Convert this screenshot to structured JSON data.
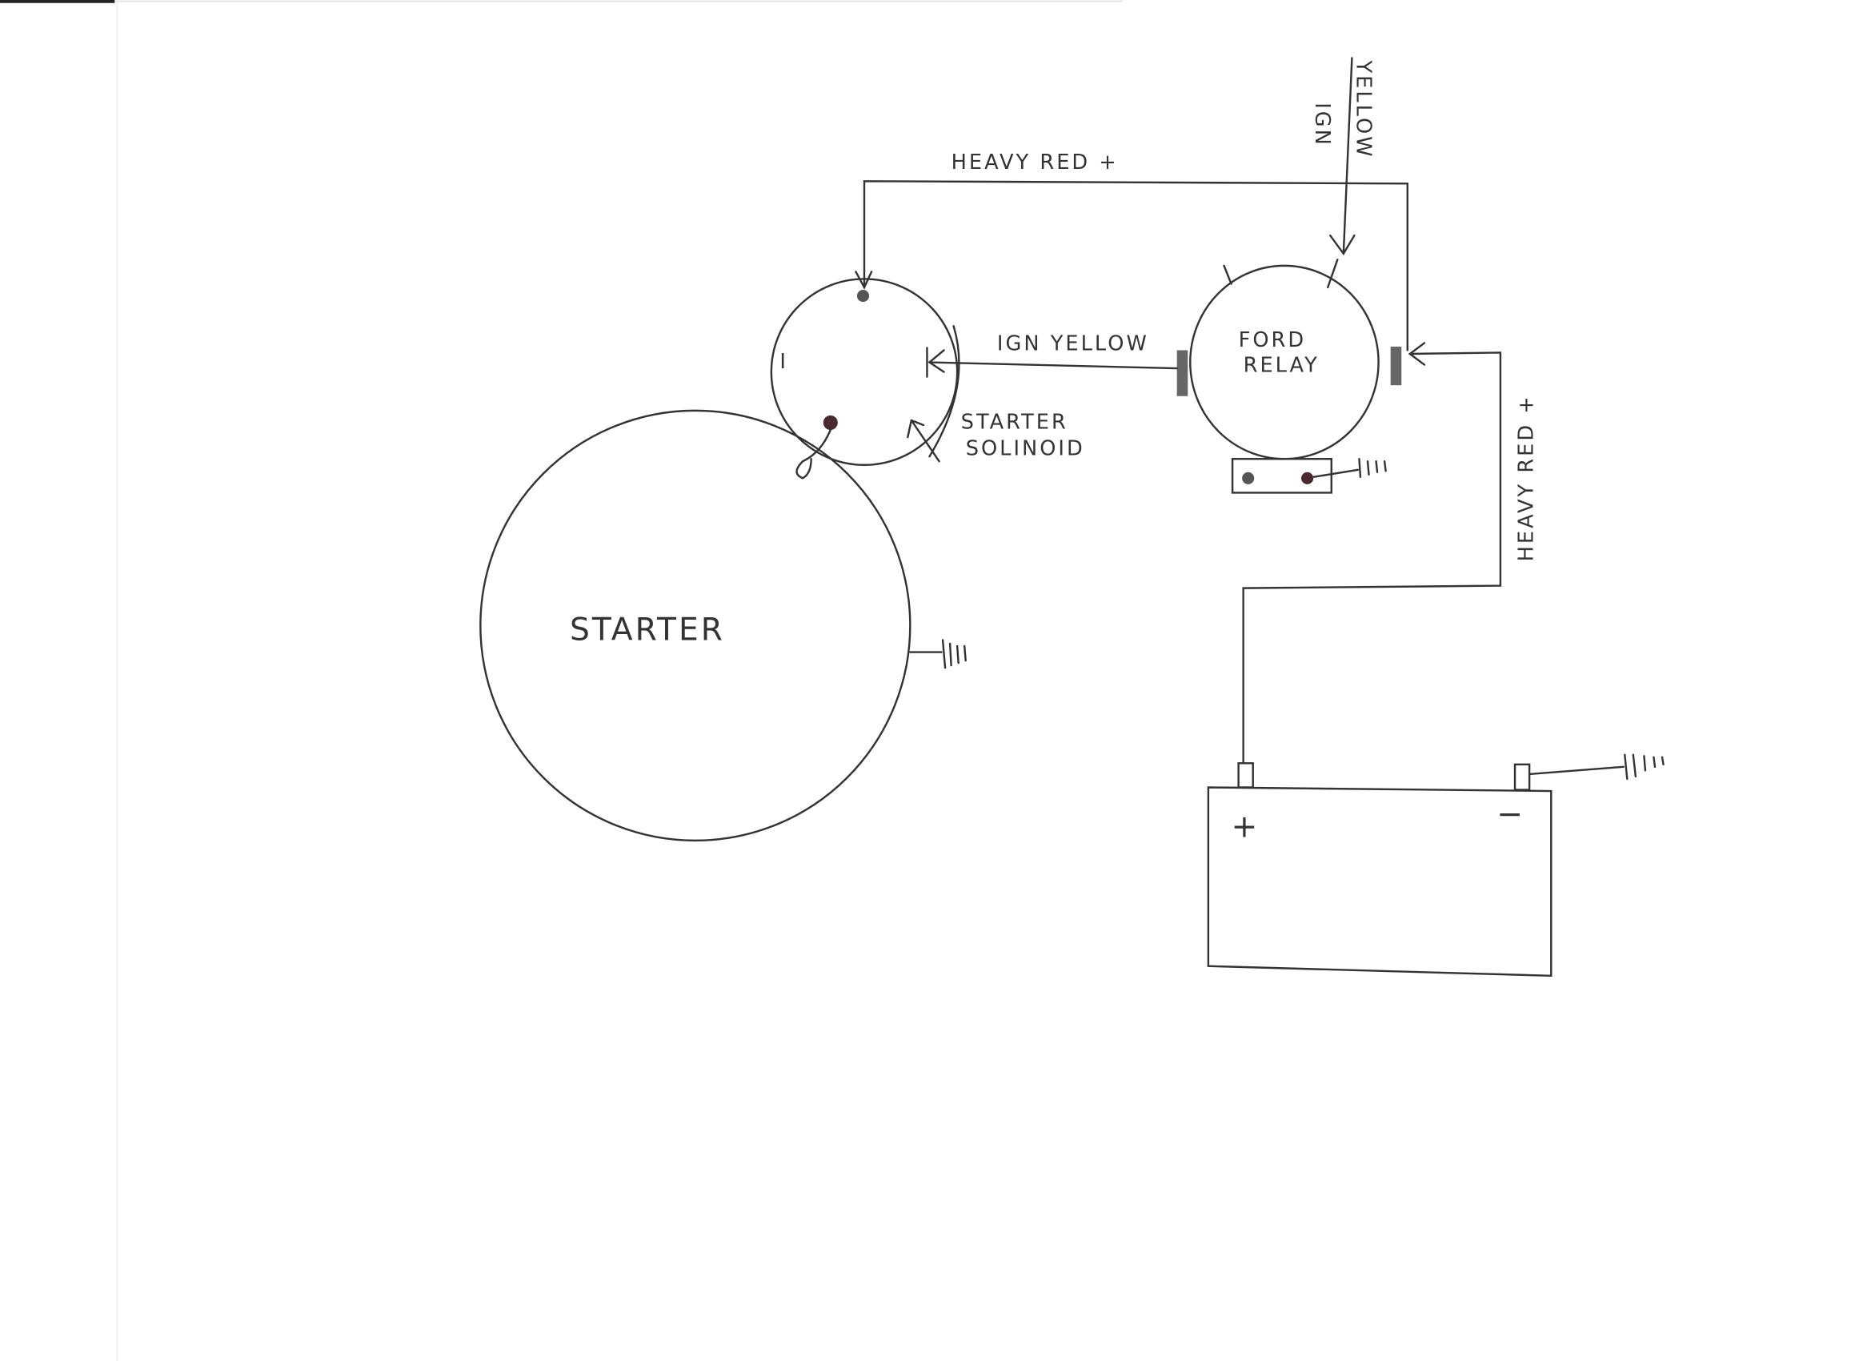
{
  "labels": {
    "heavy_red_top": "HEAVY RED +",
    "ign_vertical": "IGN",
    "yellow_vertical": "YELLOW",
    "ign_yellow": "IGN YELLOW",
    "ford_relay_line1": "FORD",
    "ford_relay_line2": "RELAY",
    "starter_solenoid_line1": "STARTER",
    "starter_solenoid_line2": "SOLINOID",
    "heavy_red_right": "HEAVY RED +",
    "starter": "STARTER",
    "battery_positive": "+",
    "battery_negative": "−",
    "solenoid_terminal_i": "I"
  }
}
